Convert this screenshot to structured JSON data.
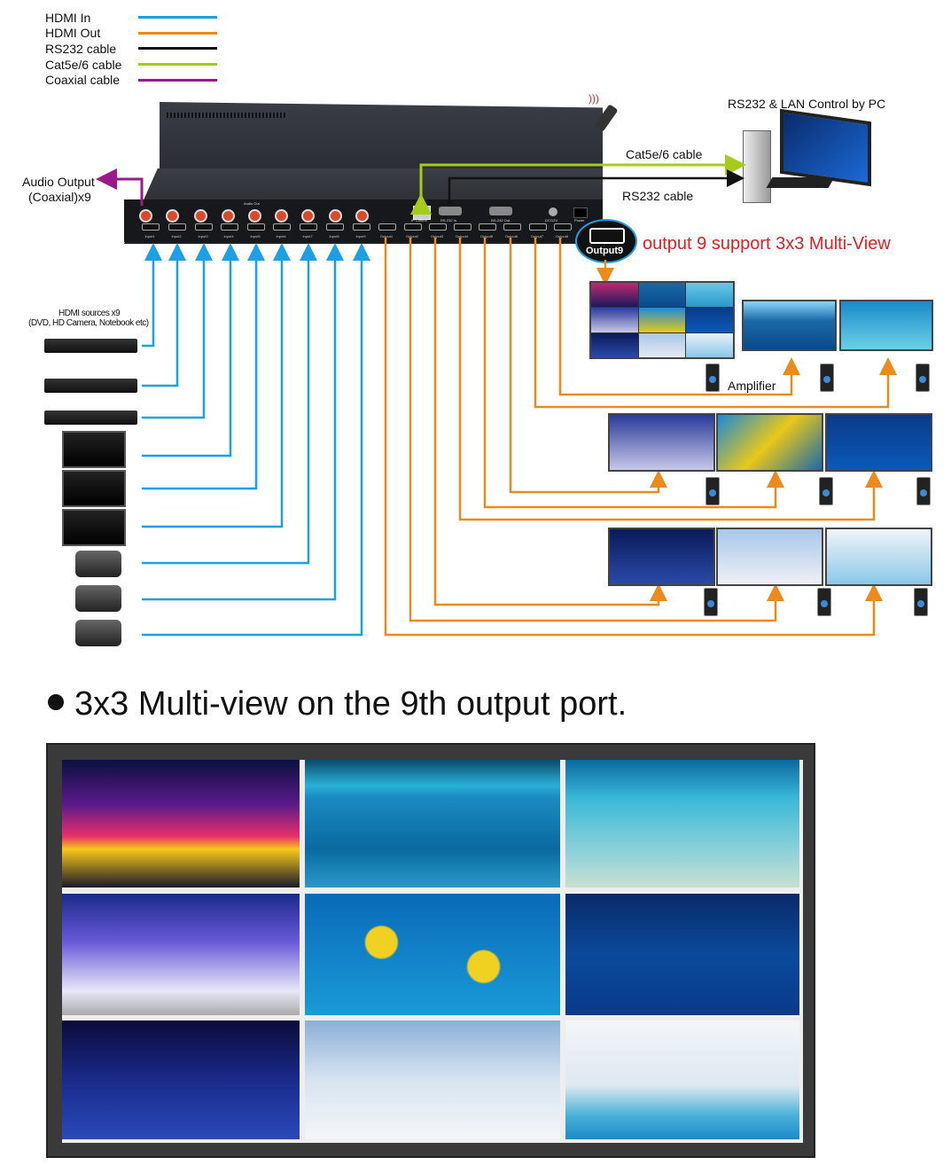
{
  "legend": [
    {
      "label": "HDMI In",
      "color": "#1aa0e6"
    },
    {
      "label": "HDMI Out",
      "color": "#ec8a1c"
    },
    {
      "label": "RS232 cable",
      "color": "#111111"
    },
    {
      "label": "Cat5e/6 cable",
      "color": "#a6cc1a"
    },
    {
      "label": "Coaxial cable",
      "color": "#9a1a8a"
    }
  ],
  "labels": {
    "audio_output_1": "Audio Output",
    "audio_output_2": "(Coaxial)x9",
    "rs232_lan": "RS232 & LAN Control by PC",
    "cat5": "Cat5e/6 cable",
    "rs232": "RS232 cable",
    "output9_badge": "Output9",
    "output9_support": "output 9 support 3x3 Multi-View",
    "amplifier": "Amplifier",
    "sources_1": "HDMI sources x9",
    "sources_2": "(DVD, HD Camera, Notebook etc)"
  },
  "device": {
    "audio_out": "Audio Out",
    "ip_control": "IP Control",
    "rs232_in": "RS-232 In",
    "rs232_out": "RS-232 Out",
    "dc": "DC/12V",
    "power": "Power",
    "inputs": [
      "Input1",
      "Input2",
      "Input3",
      "Input4",
      "Input5",
      "Input6",
      "Input7",
      "Input8",
      "Input9"
    ],
    "outputs": [
      "Output1",
      "Output2",
      "Output3",
      "Output4",
      "Output5",
      "Output6",
      "Output7",
      "Output8"
    ]
  },
  "section_title": "3x3 Multi-view on the 9th output port."
}
